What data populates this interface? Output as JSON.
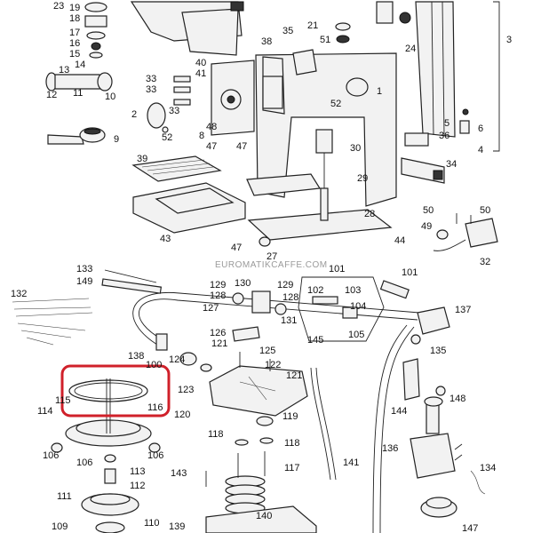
{
  "watermark": "EUROMATIKCAFFE.COM",
  "highlight_color": "#d0202a",
  "labels": {
    "l1": "1",
    "l2": "2",
    "l3": "3",
    "l4": "4",
    "l5": "5",
    "l6": "6",
    "l8": "8",
    "l9": "9",
    "l10": "10",
    "l11": "11",
    "l12": "12",
    "l13": "13",
    "l14": "14",
    "l15": "15",
    "l16": "16",
    "l17": "17",
    "l18": "18",
    "l19": "19",
    "l21": "21",
    "l23": "23",
    "l24": "24",
    "l27": "27",
    "l28": "28",
    "l29": "29",
    "l30": "30",
    "l32": "32",
    "l33a": "33",
    "l33b": "33",
    "l33c": "33",
    "l34": "34",
    "l35": "35",
    "l36": "36",
    "l38": "38",
    "l39": "39",
    "l40": "40",
    "l41": "41",
    "l43": "43",
    "l44": "44",
    "l47a": "47",
    "l47b": "47",
    "l47c": "47",
    "l48": "48",
    "l49": "49",
    "l50a": "50",
    "l50b": "50",
    "l51": "51",
    "l52a": "52",
    "l52b": "52",
    "l101a": "101",
    "l101b": "101",
    "l102": "102",
    "l103": "103",
    "l104": "104",
    "l105": "105",
    "l106a": "106",
    "l106b": "106",
    "l106c": "106",
    "l109": "109",
    "l110": "110",
    "l111": "111",
    "l112": "112",
    "l113": "113",
    "l114": "114",
    "l115": "115",
    "l116": "116",
    "l117": "117",
    "l118a": "118",
    "l118b": "118",
    "l119": "119",
    "l120": "120",
    "l121a": "121",
    "l121b": "121",
    "l122": "122",
    "l123": "123",
    "l124": "124",
    "l125": "125",
    "l126": "126",
    "l127": "127",
    "l128a": "128",
    "l128b": "128",
    "l129a": "129",
    "l129b": "129",
    "l130": "130",
    "l131": "131",
    "l132": "132",
    "l133": "133",
    "l134": "134",
    "l135": "135",
    "l136": "136",
    "l137": "137",
    "l138": "138",
    "l139": "139",
    "l140": "140",
    "l141": "141",
    "l143": "143",
    "l144": "144",
    "l145": "145",
    "l147": "147",
    "l148": "148",
    "l149": "149",
    "l100": "100"
  }
}
